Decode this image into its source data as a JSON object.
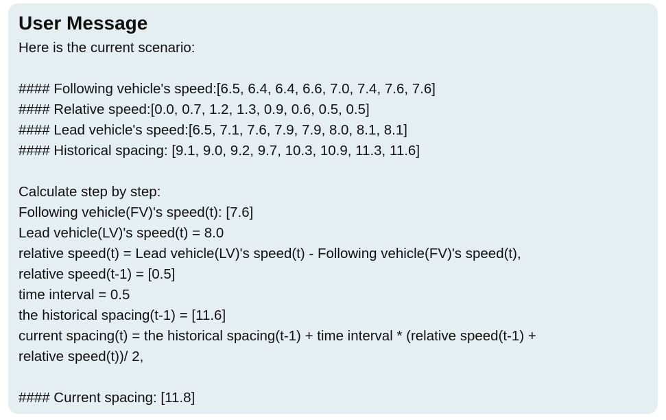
{
  "message": {
    "title": "User Message",
    "intro": "Here is the current scenario:",
    "scenario": [
      "#### Following vehicle's speed:[6.5, 6.4, 6.4, 6.6, 7.0, 7.4, 7.6, 7.6]",
      "#### Relative speed:[0.0, 0.7, 1.2, 1.3, 0.9, 0.6, 0.5, 0.5]",
      "#### Lead vehicle's speed:[6.5, 7.1, 7.6, 7.9, 7.9, 8.0, 8.1, 8.1]",
      "#### Historical spacing: [9.1, 9.0, 9.2, 9.7, 10.3, 10.9, 11.3, 11.6]"
    ],
    "steps_heading": "Calculate step by step:",
    "steps": [
      "Following vehicle(FV)'s speed(t): [7.6]",
      "Lead vehicle(LV)'s speed(t) =  8.0",
      "relative speed(t) = Lead vehicle(LV)'s speed(t) - Following vehicle(FV)'s speed(t),",
      "relative speed(t-1) = [0.5]",
      "time interval = 0.5",
      "the historical spacing(t-1) =  [11.6]",
      "current spacing(t) = the historical spacing(t-1) + time interval * (relative speed(t-1) +",
      "relative speed(t))/ 2,"
    ],
    "result": "#### Current spacing: [11.8]"
  }
}
